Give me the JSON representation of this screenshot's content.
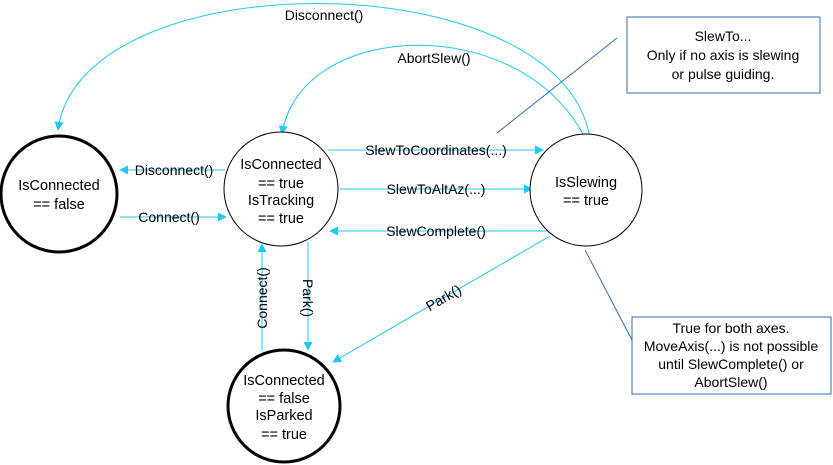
{
  "colors": {
    "edge": "#1ec8f0",
    "note_border": "#2e6fb5",
    "note_link": "#2e6fb5",
    "circle_stroke": "#000000",
    "background": "#ffffff"
  },
  "states": {
    "disconnected": {
      "lines": [
        "IsConnected",
        "== false"
      ]
    },
    "tracking": {
      "lines": [
        "IsConnected",
        "== true",
        "IsTracking",
        "== true"
      ]
    },
    "slewing": {
      "lines": [
        "IsSlewing",
        "== true"
      ]
    },
    "parked": {
      "lines": [
        "IsConnected",
        "== false",
        "IsParked",
        "== true"
      ]
    }
  },
  "transitions": {
    "disconnect_from_slewing": "Disconnect()",
    "abort_slew": "AbortSlew()",
    "disconnect_from_tracking": "Disconnect()",
    "connect_to_tracking": "Connect()",
    "slew_to_coordinates": "SlewToCoordinates(...)",
    "slew_to_altaz": "SlewToAltAz(...)",
    "slew_complete": "SlewComplete()",
    "park_from_tracking": "Park()",
    "connect_from_parked": "Connect()",
    "park_from_slewing": "Park()"
  },
  "notes": {
    "slew_to": {
      "lines": [
        "SlewTo...",
        "Only if no axis is slewing",
        "or pulse guiding."
      ]
    },
    "is_slewing": {
      "lines": [
        "True for both axes.",
        "MoveAxis(...) is not possible",
        "until SlewComplete() or",
        "AbortSlew()"
      ]
    }
  }
}
